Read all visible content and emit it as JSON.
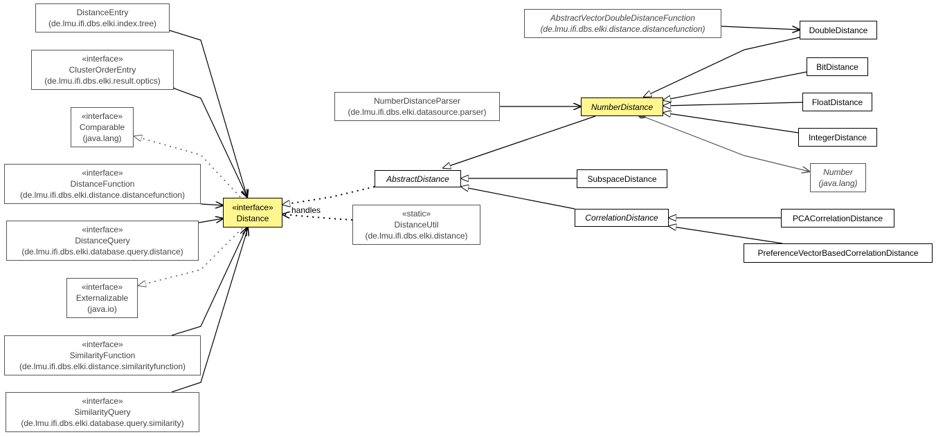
{
  "nodes": {
    "distance_entry": {
      "name": "DistanceEntry",
      "pkg": "(de.lmu.ifi.dbs.elki.index.tree)"
    },
    "cluster_order_entry": {
      "stereo": "«interface»",
      "name": "ClusterOrderEntry",
      "pkg": "(de.lmu.ifi.dbs.elki.result.optics)"
    },
    "comparable": {
      "stereo": "«interface»",
      "name": "Comparable",
      "pkg": "(java.lang)"
    },
    "distance_function": {
      "stereo": "«interface»",
      "name": "DistanceFunction",
      "pkg": "(de.lmu.ifi.dbs.elki.distance.distancefunction)"
    },
    "distance_query": {
      "stereo": "«interface»",
      "name": "DistanceQuery",
      "pkg": "(de.lmu.ifi.dbs.elki.database.query.distance)"
    },
    "externalizable": {
      "stereo": "«interface»",
      "name": "Externalizable",
      "pkg": "(java.io)"
    },
    "similarity_function": {
      "stereo": "«interface»",
      "name": "SimilarityFunction",
      "pkg": "(de.lmu.ifi.dbs.elki.distance.similarityfunction)"
    },
    "similarity_query": {
      "stereo": "«interface»",
      "name": "SimilarityQuery",
      "pkg": "(de.lmu.ifi.dbs.elki.database.query.similarity)"
    },
    "distance": {
      "stereo": "«interface»",
      "name": "Distance"
    },
    "number_distance_parser": {
      "name": "NumberDistanceParser",
      "pkg": "(de.lmu.ifi.dbs.elki.datasource.parser)"
    },
    "distance_util": {
      "stereo": "«static»",
      "name": "DistanceUtil",
      "pkg": "(de.lmu.ifi.dbs.elki.distance)"
    },
    "abstract_distance": {
      "name": "AbstractDistance"
    },
    "abstract_vector_double_distance_function": {
      "name": "AbstractVectorDoubleDistanceFunction",
      "pkg": "(de.lmu.ifi.dbs.elki.distance.distancefunction)"
    },
    "number_distance": {
      "name": "NumberDistance"
    },
    "subspace_distance": {
      "name": "SubspaceDistance"
    },
    "correlation_distance": {
      "name": "CorrelationDistance"
    },
    "double_distance": {
      "name": "DoubleDistance"
    },
    "bit_distance": {
      "name": "BitDistance"
    },
    "float_distance": {
      "name": "FloatDistance"
    },
    "integer_distance": {
      "name": "IntegerDistance"
    },
    "number": {
      "name": "Number",
      "pkg": "(java.lang)"
    },
    "pca_correlation_distance": {
      "name": "PCACorrelationDistance"
    },
    "preference_vector_based_correlation_distance": {
      "name": "PreferenceVectorBasedCorrelationDistance"
    }
  },
  "edge_labels": {
    "handles": "handles"
  }
}
